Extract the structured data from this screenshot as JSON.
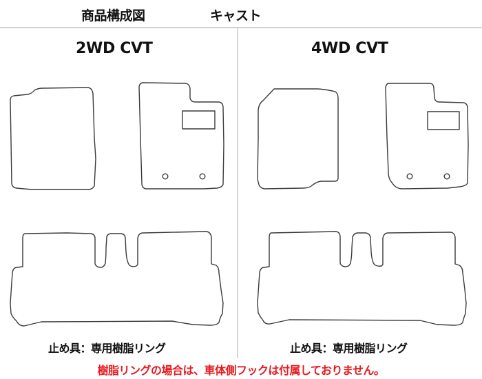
{
  "header": {
    "title": "商品構成図",
    "model": "キャスト"
  },
  "sections": [
    {
      "label": "2WD CVT",
      "fastener_note": "止め具：専用樹脂リング",
      "mats": [
        "driver-mat",
        "passenger-mat",
        "rear-mat"
      ]
    },
    {
      "label": "4WD CVT",
      "fastener_note": "止め具：専用樹脂リング",
      "mats": [
        "driver-mat",
        "passenger-mat",
        "rear-mat"
      ]
    }
  ],
  "notice": {
    "text": "樹脂リングの場合は、車体側フックは付属しておりません。",
    "color": "#e8191d"
  },
  "colors": {
    "outline": "#3a3a3a",
    "divider": "#cfcfcf",
    "text": "#111111"
  }
}
